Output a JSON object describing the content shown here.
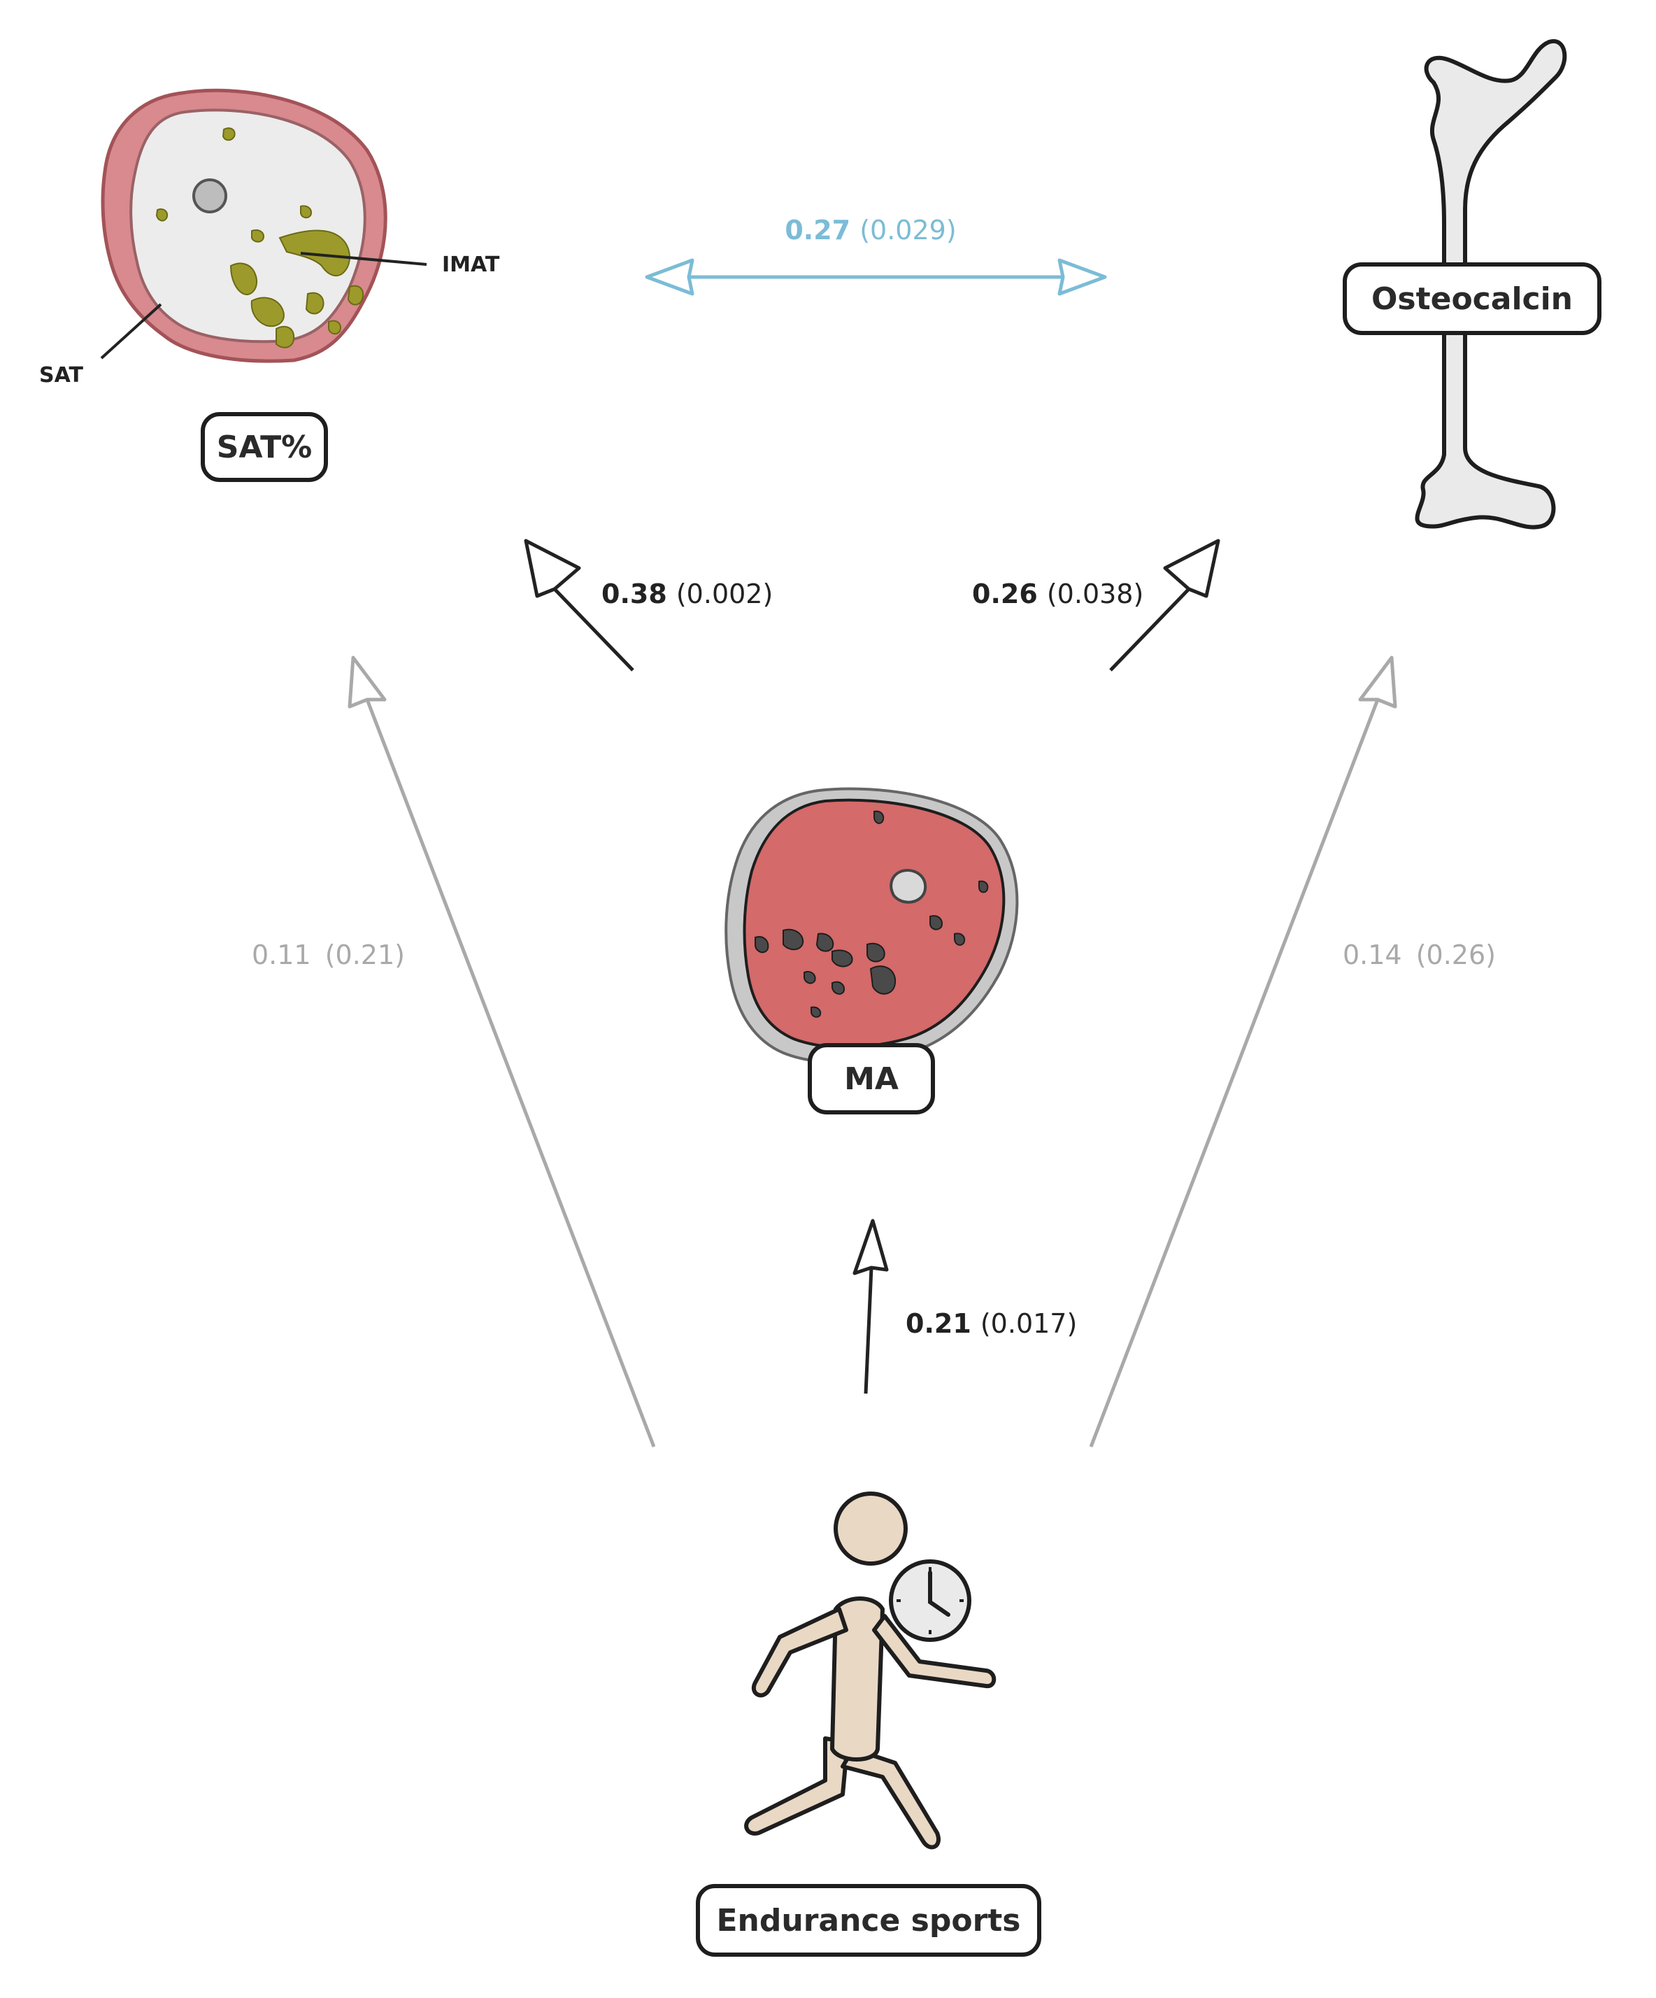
{
  "nodes": {
    "sat": {
      "label": "SAT%"
    },
    "osteocalcin": {
      "label": "Osteocalcin"
    },
    "ma": {
      "label": "MA"
    },
    "endurance": {
      "label": "Endurance sports"
    }
  },
  "annotations": {
    "imat": "IMAT",
    "sat": "SAT"
  },
  "paths": [
    {
      "id": "sat-osteocalcin",
      "coef": "0.27",
      "p": "(0.029)",
      "significant": true,
      "color": "#7bbcd6"
    },
    {
      "id": "ma-sat",
      "coef": "0.38",
      "p": "(0.002)",
      "significant": true,
      "color": "#222222"
    },
    {
      "id": "ma-osteocalcin",
      "coef": "0.26",
      "p": "(0.038)",
      "significant": true,
      "color": "#222222"
    },
    {
      "id": "endurance-sat",
      "coef": "0.11",
      "p": "(0.21)",
      "significant": false,
      "color": "#a9a9a9"
    },
    {
      "id": "endurance-osteocalcin",
      "coef": "0.14",
      "p": "(0.26)",
      "significant": false,
      "color": "#a9a9a9"
    },
    {
      "id": "endurance-ma",
      "coef": "0.21",
      "p": "(0.017)",
      "significant": true,
      "color": "#222222"
    }
  ],
  "colors": {
    "muscle": "#d46a6a",
    "sat_ring": "#d88a8e",
    "imat": "#9c9a2a",
    "bone": "#eaeaea",
    "skin": "#e9d8c4",
    "significant": "#222222",
    "nonsignificant": "#a9a9a9",
    "correlation": "#7bbcd6"
  },
  "icons": [
    "thigh-cross-section-fat",
    "femur-bone",
    "thigh-cross-section-muscle",
    "runner",
    "clock"
  ]
}
